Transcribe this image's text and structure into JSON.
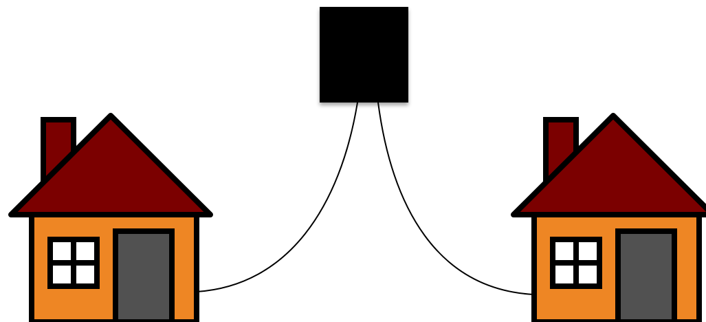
{
  "colors": {
    "background": "#ffffff",
    "hub": "#000000",
    "outline": "#000000",
    "house_wall": "#ee8624",
    "house_roof": "#7b0000",
    "house_chimney": "#7b0000",
    "house_door": "#515151",
    "window_pane": "#ffffff",
    "cable": "#000000"
  },
  "diagram": {
    "nodes": [
      {
        "id": "hub",
        "kind": "square-box",
        "icon": "black-square"
      },
      {
        "id": "house-left",
        "kind": "house",
        "icon": "house-icon"
      },
      {
        "id": "house-right",
        "kind": "house",
        "icon": "house-icon"
      }
    ],
    "links": [
      {
        "from": "hub",
        "to": "house-left",
        "style": "curved-line"
      },
      {
        "from": "hub",
        "to": "house-right",
        "style": "curved-line"
      }
    ]
  }
}
